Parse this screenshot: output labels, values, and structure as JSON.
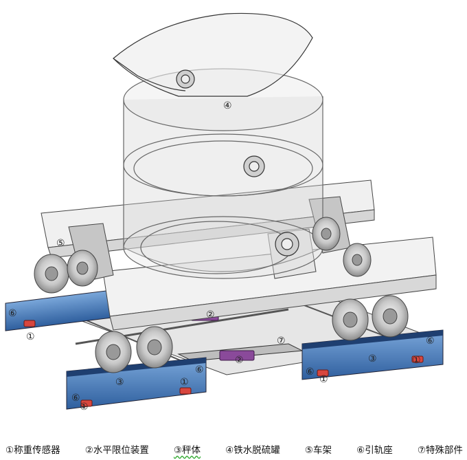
{
  "callouts": {
    "c1": "①",
    "c2": "②",
    "c3": "③",
    "c4": "④",
    "c5": "⑤",
    "c6": "⑥",
    "c7": "⑦"
  },
  "legend": {
    "items": [
      "①称重传感器",
      "②水平限位装置",
      "③秤体",
      "④铁水脱硫罐",
      "⑤车架",
      "⑥引轨座",
      "⑦特殊部件"
    ]
  },
  "colors": {
    "rail_blue": "#3d6fae",
    "sensor_red": "#d8463e",
    "limiter_purple": "#8a4a9a",
    "wheel_gray": "#9a9a9a",
    "outline": "#333333"
  }
}
